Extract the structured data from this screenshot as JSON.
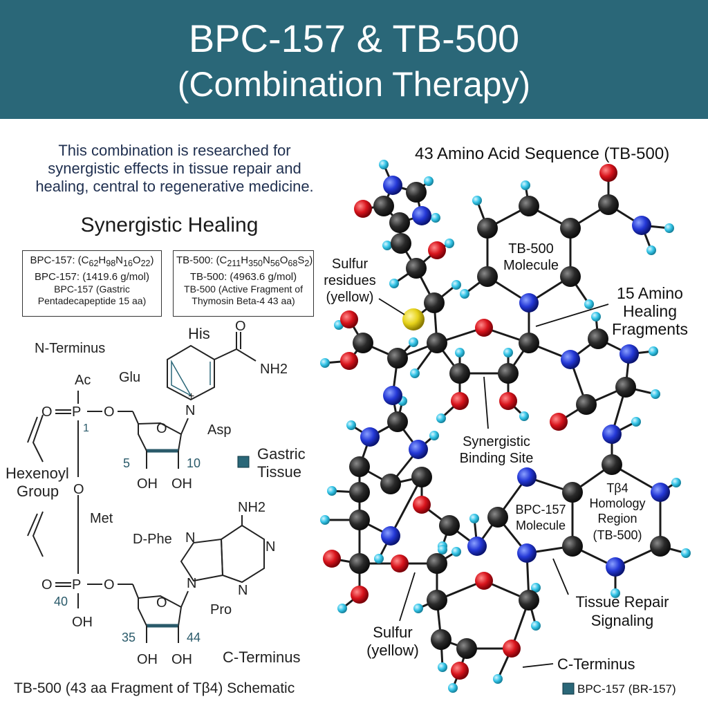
{
  "header": {
    "title_line1": "BPC-157 & TB-500",
    "title_line2": "(Combination Therapy)"
  },
  "intro": {
    "line1": "This combination is researched for",
    "line2": "synergistic effects in tissue repair and",
    "line3": "healing, central to regenerative medicine."
  },
  "synergy_title": "Synergistic Healing",
  "box_bpc": {
    "formula_label": "BPC-157: (C",
    "line2": "BPC-157: (1419.6 g/mol)",
    "line3": "BPC-157 (Gastric",
    "line4": "Pentadecapeptide 15 aa)"
  },
  "box_tb": {
    "formula_label": "TB-500: (C",
    "line2": "TB-500: (4963.6 g/mol)",
    "line3": "TB-500 (Active Fragment of",
    "line4": "Thymosin Beta-4 43 aa)"
  },
  "formula_bpc": {
    "c": "62",
    "h": "98",
    "n": "16",
    "o": "22"
  },
  "formula_tb": {
    "c": "211",
    "h": "350",
    "n": "56",
    "o": "68",
    "s": "2"
  },
  "schematic": {
    "n_terminus": "N-Terminus",
    "his": "His",
    "ac": "Ac",
    "glu": "Glu",
    "o_top": "O",
    "nh2_top": "NH2",
    "p1": "P",
    "num_1": "1",
    "o_a": "O",
    "o_b": "O",
    "o_c": "O",
    "n_plus": "N",
    "plus": "+",
    "asp": "Asp",
    "ring_o1": "O",
    "num_5": "5",
    "num_10": "10",
    "oh_1": "OH",
    "oh_2": "OH",
    "hexenoyl": "Hexenoyl",
    "group": "Group",
    "o_mid": "O",
    "met": "Met",
    "nh2_bottom": "NH2",
    "d_phe": "D-Phe",
    "n_1": "N",
    "n_2": "N",
    "n_3": "N",
    "n_4": "N",
    "p2": "P",
    "o_d": "O",
    "o_e": "O",
    "num_40": "40",
    "oh_p": "OH",
    "ring_o2": "O",
    "pro": "Pro",
    "num_35": "35",
    "num_44": "44",
    "oh_3": "OH",
    "oh_4": "OH",
    "c_terminus": "C-Terminus",
    "caption": "TB-500 (43 aa Fragment of Tβ4) Schematic",
    "gastric_line1": "Gastric",
    "gastric_line2": "Tissue"
  },
  "molecule": {
    "seq_label": "43 Amino Acid Sequence (TB-500)",
    "tb500_line1": "TB-500",
    "tb500_line2": "Molecule",
    "sulfur_res_line1": "Sulfur",
    "sulfur_res_line2": "residues",
    "sulfur_res_line3": "(yellow)",
    "amino15_line1": "15 Amino",
    "amino15_line2": "Healing",
    "amino15_line3": "Fragments",
    "binding_line1": "Synergistic",
    "binding_line2": "Binding Site",
    "tb4_line1": "Tβ4",
    "tb4_line2": "Homology",
    "tb4_line3": "Region",
    "tb4_line4": "(TB-500)",
    "bpc_line1": "BPC-157",
    "bpc_line2": "Molecule",
    "tissue_line1": "Tissue Repair",
    "tissue_line2": "Signaling",
    "sulfur_line1": "Sulfur",
    "sulfur_line2": "(yellow)",
    "c_terminus": "C-Terminus",
    "legend": "BPC-157 (BR-157)"
  },
  "colors": {
    "header_bg": "#2a6778",
    "carbon": "#2a2a2a",
    "oxygen": "#d8141c",
    "nitrogen": "#2438d6",
    "hydrogen": "#35c5e8",
    "sulfur": "#e6d21a"
  }
}
